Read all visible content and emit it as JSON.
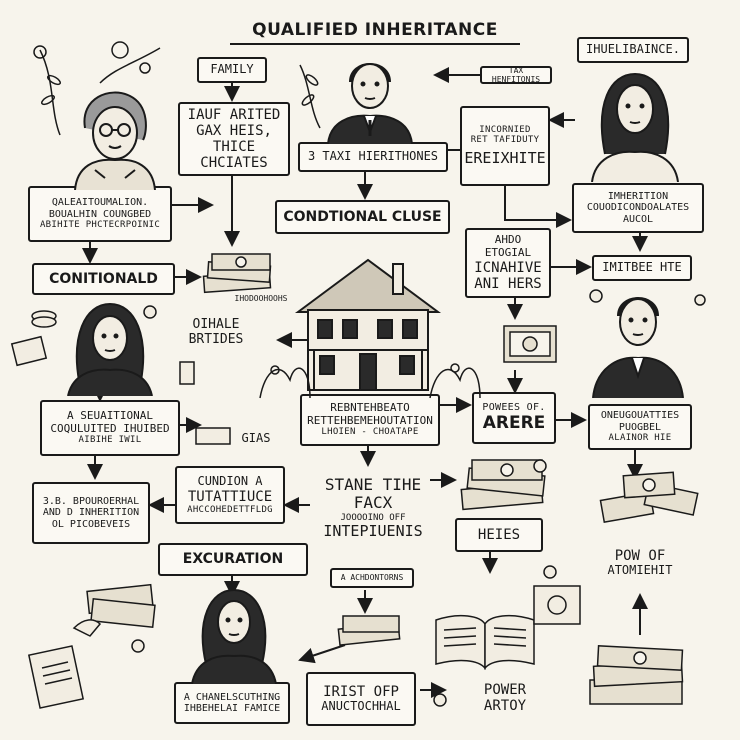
{
  "title": "QUALIFIED INHERITANCE",
  "boxes": {
    "family": "FAMILY",
    "qualified_heirs": [
      "IAUF ARITED",
      "GAX HEIS,",
      "THICE CHCIATES"
    ],
    "tax_inheritances": "3 TAXI HIERITHONES",
    "tax_link_small": "TAX HENFITONIS",
    "inherited_small": [
      "INCORNIED",
      "RET TAFIDUTY"
    ],
    "inherited_big": "EREIXHITE",
    "right_top_tag": "IHUELIBAINCE.",
    "left_info": [
      "QALEAITOUMALION.",
      "BOUALHIN COUNGBED",
      "ABIHITE PHCTECRPOINIC"
    ],
    "conditional_clause": "CONDTIONAL CLUSE",
    "inheritance_conditions": [
      "IMHERITION",
      "COUODICONDOALATES",
      "AUCOL"
    ],
    "conditionald": "CONITIONALD",
    "and_heirs": [
      "AHDO ETOGIAL",
      "ICNAHIVE",
      "ANI HERS"
    ],
    "inhitbe": "IMITBEE HTE",
    "situational": [
      "A SEUAITIONAL",
      "COQULUITED IHUIBED",
      "AIBIHE IWIL"
    ],
    "representation": [
      "REBNTEHBEATO",
      "RETTEHBEMEHOUTATION"
    ],
    "representation_small": "LHOIEN - CHOATAPE",
    "powers_small": "POWEES OF.",
    "powers_big": "ARERE",
    "right_person_info": [
      "ONEUGOUATTIES",
      "PUOGBEL"
    ],
    "right_person_small": "ALAINOR HIE",
    "bottom_left_info": [
      "3.B. BPOUROERHAL",
      "AND D INHERITION",
      "OL PICOBEVEIS"
    ],
    "condition": [
      "CUNDION A",
      "TUTATTIUCE"
    ],
    "condition_small": "AHCCOHEDETTFLDG",
    "excuration": "EXCURATION",
    "heies": "HEIES",
    "bottom_family": [
      "A CHANELSCUTHING",
      "IHBEHELAI FAMICE"
    ],
    "trust": [
      "IRIST OFP",
      "ANUCTOCHHAL"
    ]
  },
  "labels": {
    "center_text": [
      "STANE TIHE",
      "FACX"
    ],
    "center_small": "JOOOOINO OFF",
    "center_bottom": "INTEPIUENIS",
    "oihale": [
      "OIHALE",
      "BRTIDES"
    ],
    "gias": "GIAS",
    "money_left_caption": "IHODOOHOOHS",
    "acvid": "A ACHDONTORNS",
    "pow": [
      "POW OF",
      "ATOMIEHIT"
    ],
    "power": [
      "POWER",
      "ARTOY"
    ]
  },
  "colors": {
    "ink": "#1a1a1a",
    "paper": "#f7f4ec"
  }
}
